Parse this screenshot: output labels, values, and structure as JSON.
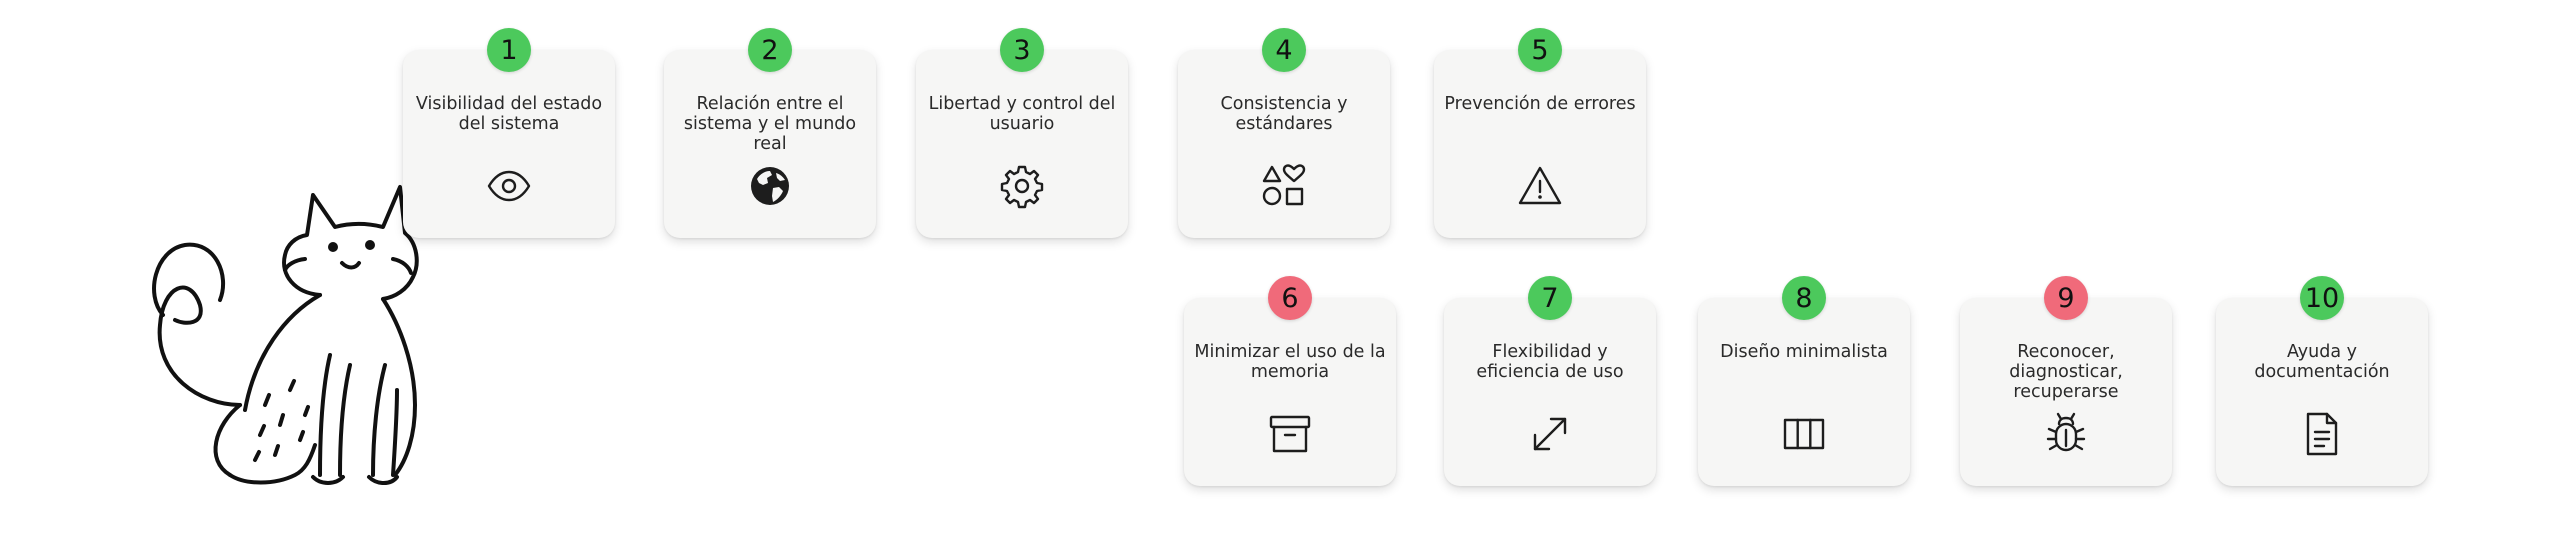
{
  "colors": {
    "normal": "#4cc95c",
    "warning": "#f06a7a"
  },
  "heuristics": [
    {
      "number": "1",
      "label": "Visibilidad del estado del sistema",
      "icon": "eye-icon",
      "status": "normal"
    },
    {
      "number": "2",
      "label": "Relación entre el sistema y el mundo real",
      "icon": "globe-icon",
      "status": "normal"
    },
    {
      "number": "3",
      "label": "Libertad y control del usuario",
      "icon": "gear-icon",
      "status": "normal"
    },
    {
      "number": "4",
      "label": "Consistencia y estándares",
      "icon": "shapes-icon",
      "status": "normal"
    },
    {
      "number": "5",
      "label": "Prevención de errores",
      "icon": "warning-icon",
      "status": "normal"
    },
    {
      "number": "6",
      "label": "Minimizar el uso de la memoria",
      "icon": "archive-icon",
      "status": "warning"
    },
    {
      "number": "7",
      "label": "Flexibilidad y eficiencia de uso",
      "icon": "expand-arrows-icon",
      "status": "normal"
    },
    {
      "number": "8",
      "label": "Diseño minimalista",
      "icon": "columns-icon",
      "status": "normal"
    },
    {
      "number": "9",
      "label": "Reconocer, diagnosticar, recuperarse",
      "icon": "bug-icon",
      "status": "warning"
    },
    {
      "number": "10",
      "label": "Ayuda y documentación",
      "icon": "document-icon",
      "status": "normal"
    }
  ]
}
